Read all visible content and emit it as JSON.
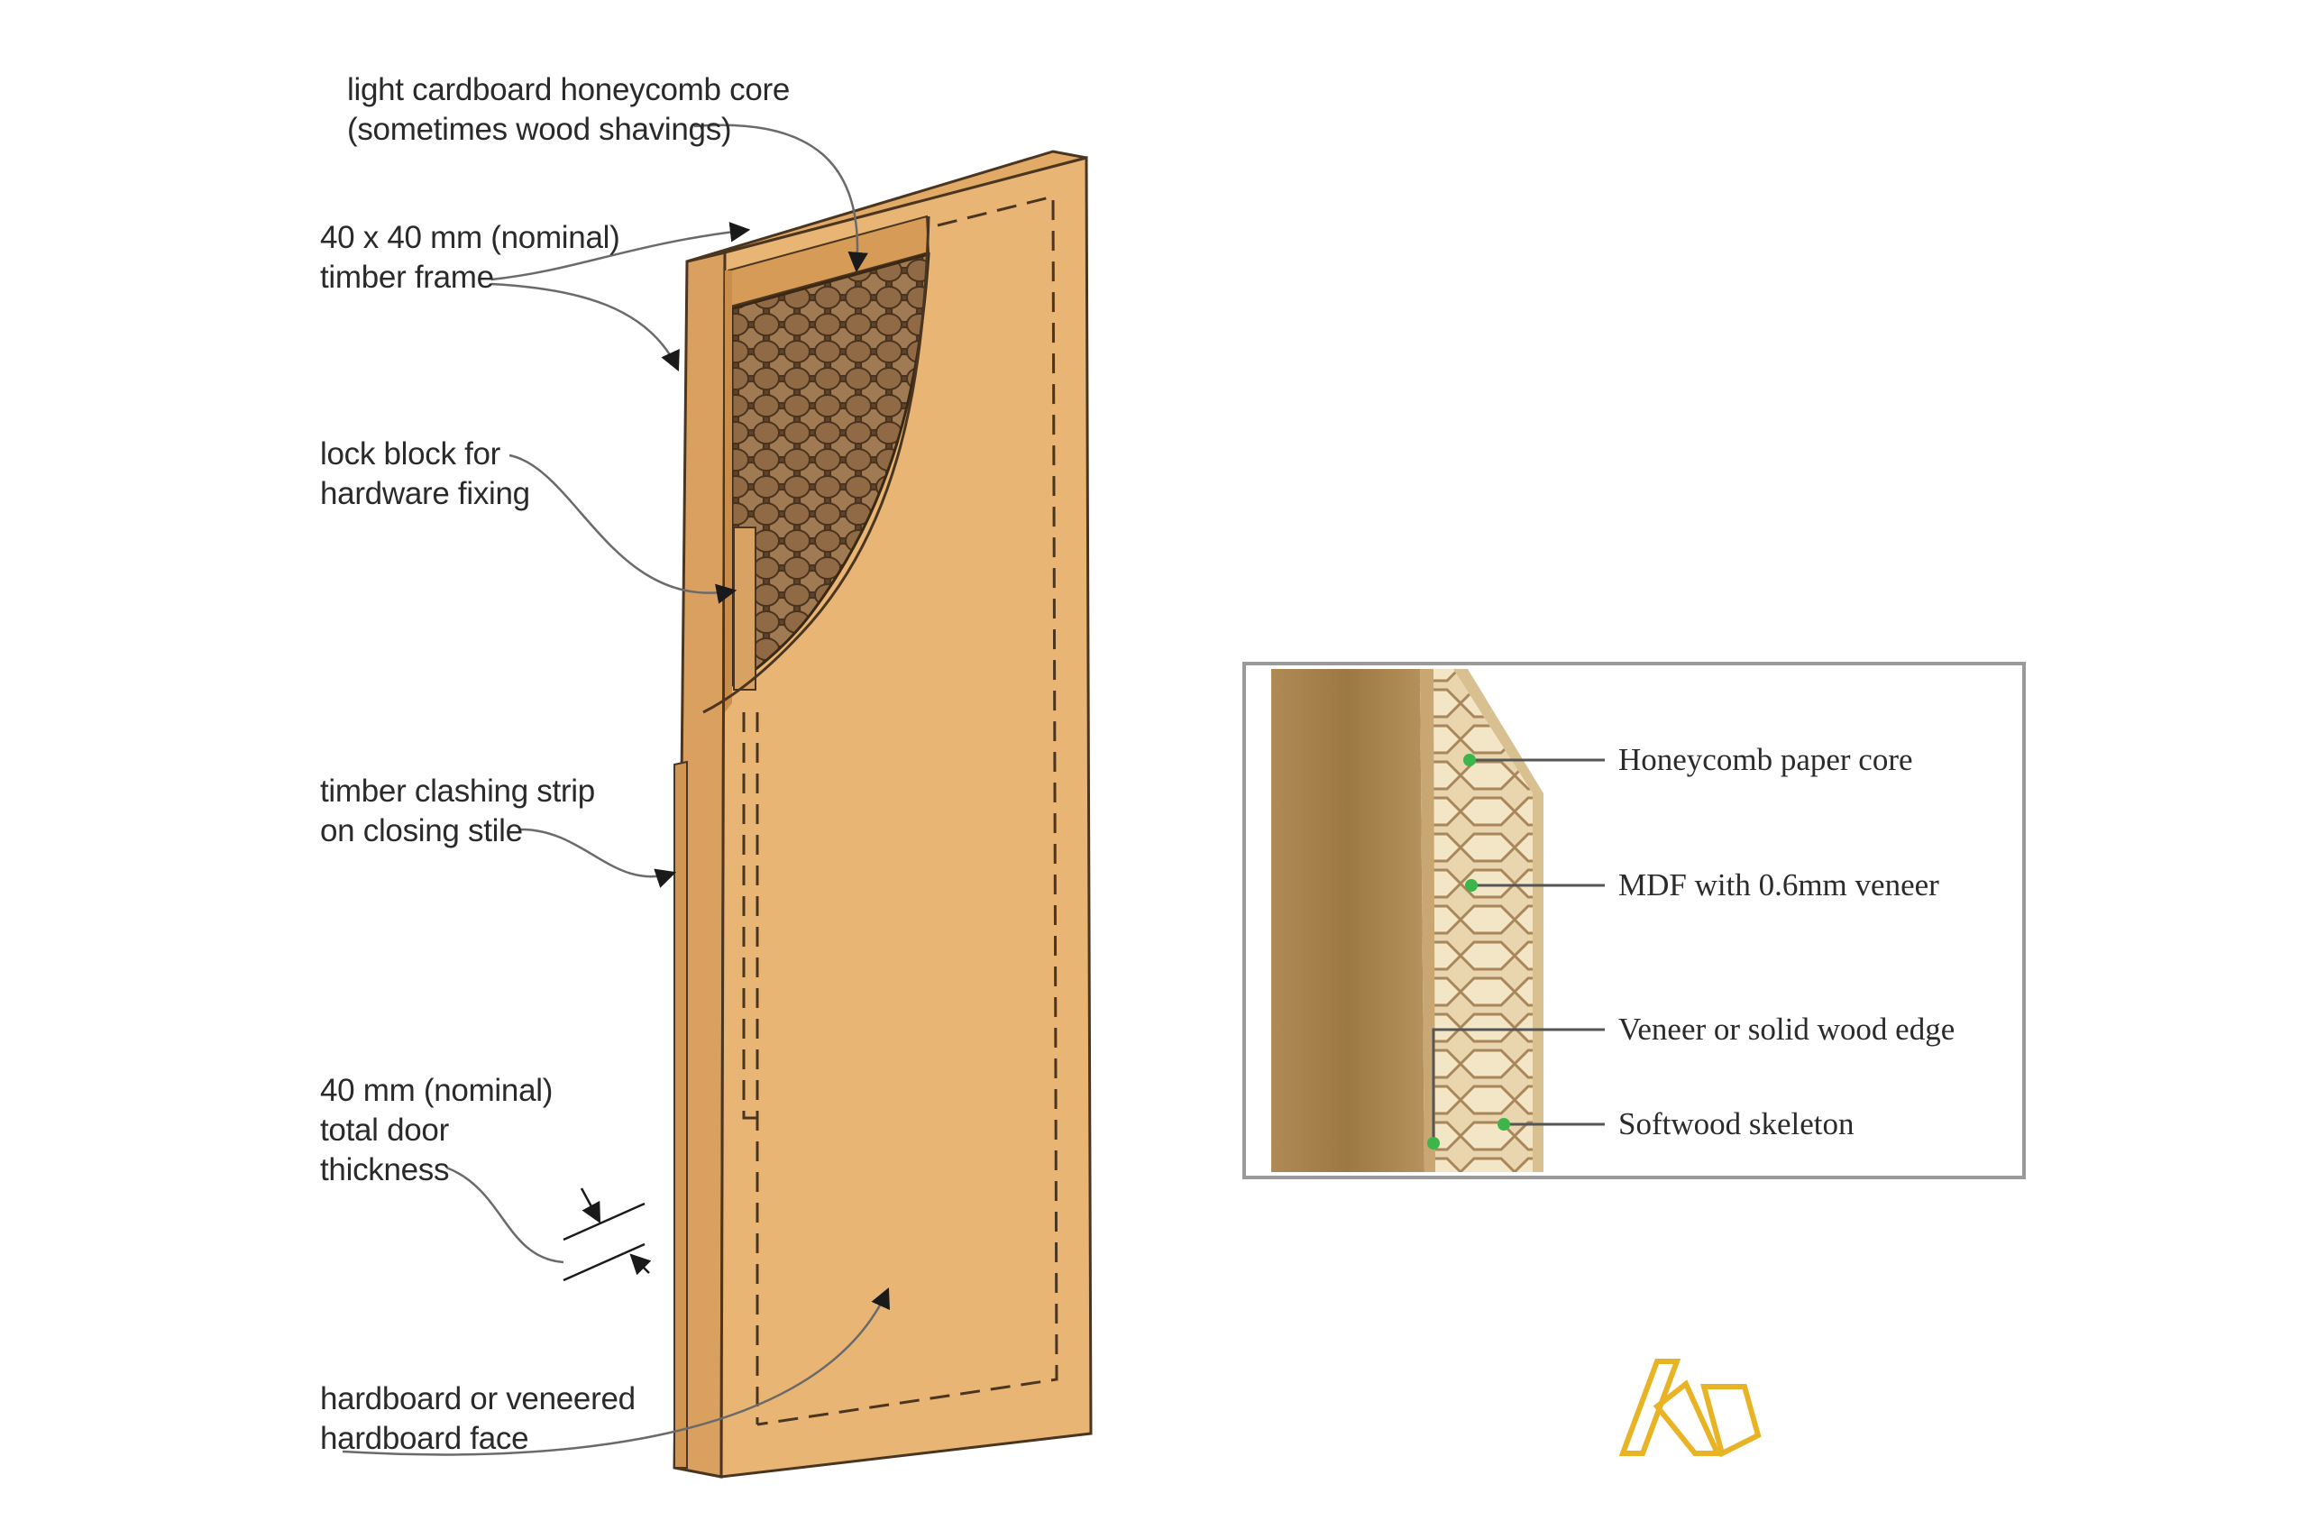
{
  "door_labels": {
    "core": [
      "light cardboard honeycomb core",
      "(sometimes wood shavings)"
    ],
    "frame": [
      "40 x 40 mm (nominal)",
      "timber frame"
    ],
    "lock_block": [
      "lock block for",
      "hardware fixing"
    ],
    "clashing_strip": [
      "timber clashing strip",
      "on closing stile"
    ],
    "thickness": [
      "40 mm (nominal)",
      "total door",
      "thickness"
    ],
    "face": [
      "hardboard or veneered",
      "hardboard face"
    ]
  },
  "photo_labels": {
    "honeycomb": "Honeycomb paper core",
    "mdf": "MDF with 0.6mm veneer",
    "edge": "Veneer or solid wood edge",
    "skeleton": "Softwood skeleton"
  },
  "colors": {
    "door_face": "#E8B574",
    "door_edge": "#D9A060",
    "honeycomb": "#7A5A3C",
    "marker": "#3CB54A",
    "logo": "#E8B325",
    "text": "#2A2A2A"
  }
}
